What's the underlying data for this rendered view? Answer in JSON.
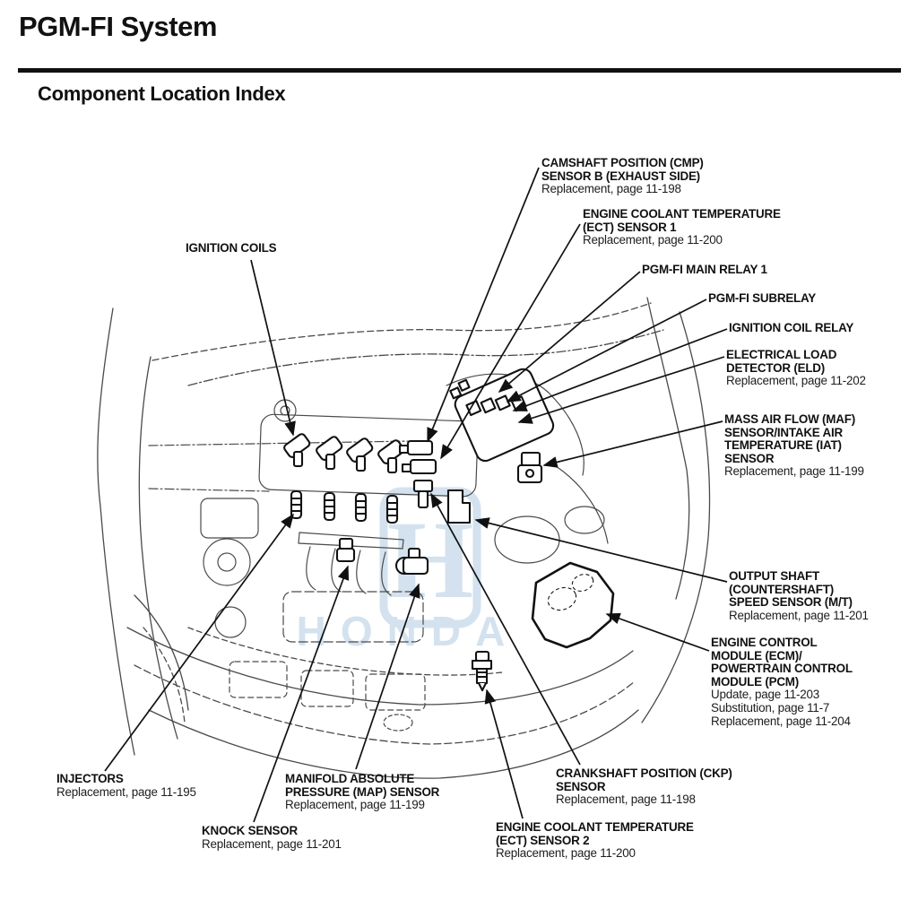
{
  "header": {
    "title": "PGM-FI System",
    "section": "Component Location Index"
  },
  "watermark": {
    "symbol": "H",
    "brand": "HONDA",
    "color": "#a9c6df"
  },
  "colors": {
    "background": "#ffffff",
    "ink": "#1a1a1a",
    "line_art": "#4a4a4a",
    "watermark_blue": "#a9c6df"
  },
  "callouts": {
    "ignition_coils": {
      "name": [
        "IGNITION COILS"
      ],
      "refs": []
    },
    "cmp_sensor_b": {
      "name": [
        "CAMSHAFT POSITION (CMP)",
        "SENSOR B (EXHAUST SIDE)"
      ],
      "refs": [
        "Replacement, page 11-198"
      ]
    },
    "ect_sensor_1": {
      "name": [
        "ENGINE COOLANT TEMPERATURE",
        "(ECT) SENSOR 1"
      ],
      "refs": [
        "Replacement, page 11-200"
      ]
    },
    "pgm_fi_main_relay_1": {
      "name": [
        "PGM-FI MAIN RELAY 1"
      ],
      "refs": []
    },
    "pgm_fi_subrelay": {
      "name": [
        "PGM-FI SUBRELAY"
      ],
      "refs": []
    },
    "ignition_coil_relay": {
      "name": [
        "IGNITION COIL RELAY"
      ],
      "refs": []
    },
    "eld": {
      "name": [
        "ELECTRICAL LOAD",
        "DETECTOR (ELD)"
      ],
      "refs": [
        "Replacement, page 11-202"
      ]
    },
    "maf_iat_sensor": {
      "name": [
        "MASS AIR FLOW (MAF)",
        "SENSOR/INTAKE AIR",
        "TEMPERATURE (IAT)",
        "SENSOR"
      ],
      "refs": [
        "Replacement, page 11-199"
      ]
    },
    "output_shaft_speed_sensor": {
      "name": [
        "OUTPUT SHAFT",
        "(COUNTERSHAFT)",
        "SPEED SENSOR (M/T)"
      ],
      "refs": [
        "Replacement, page 11-201"
      ]
    },
    "ecm_pcm": {
      "name": [
        "ENGINE CONTROL",
        "MODULE (ECM)/",
        "POWERTRAIN CONTROL",
        "MODULE (PCM)"
      ],
      "refs": [
        "Update, page 11-203",
        "Substitution, page 11-7",
        "Replacement, page 11-204"
      ]
    },
    "injectors": {
      "name": [
        "INJECTORS"
      ],
      "refs": [
        "Replacement, page 11-195"
      ]
    },
    "map_sensor": {
      "name": [
        "MANIFOLD ABSOLUTE",
        "PRESSURE (MAP) SENSOR"
      ],
      "refs": [
        "Replacement, page 11-199"
      ]
    },
    "knock_sensor": {
      "name": [
        "KNOCK SENSOR"
      ],
      "refs": [
        "Replacement, page 11-201"
      ]
    },
    "ckp_sensor": {
      "name": [
        "CRANKSHAFT POSITION (CKP)",
        "SENSOR"
      ],
      "refs": [
        "Replacement, page 11-198"
      ]
    },
    "ect_sensor_2": {
      "name": [
        "ENGINE COOLANT TEMPERATURE",
        "(ECT) SENSOR 2"
      ],
      "refs": [
        "Replacement, page 11-200"
      ]
    }
  }
}
